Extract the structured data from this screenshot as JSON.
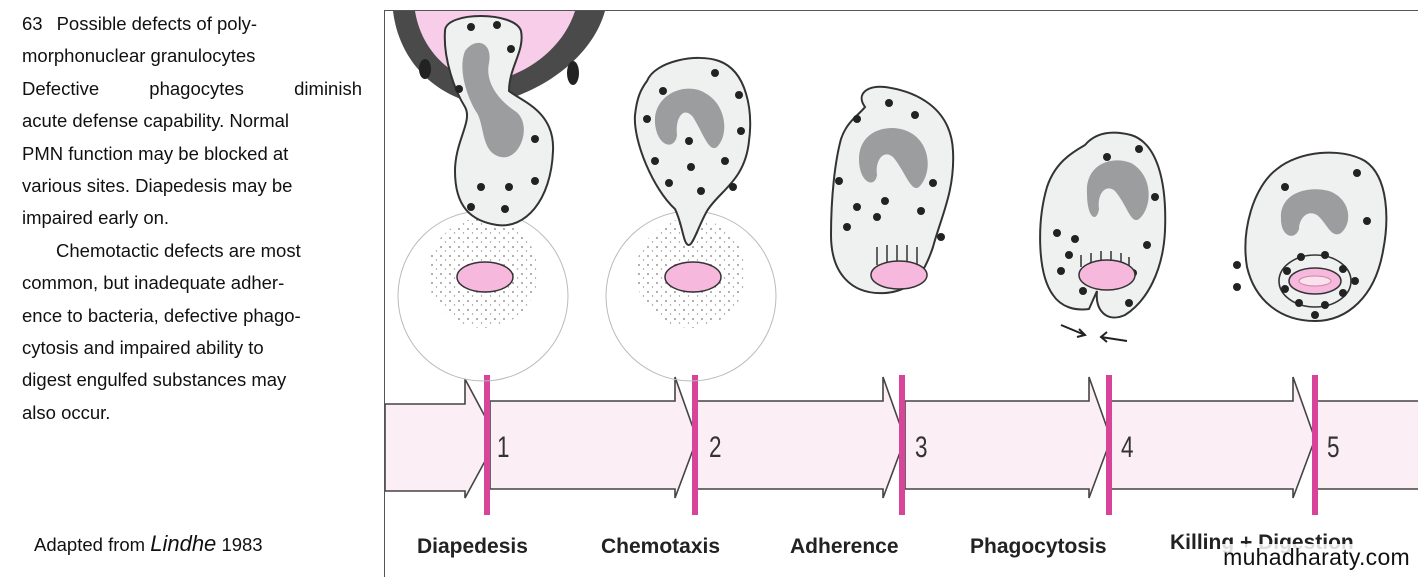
{
  "caption": {
    "figure_number": "63",
    "lines": [
      "Possible defects of poly-",
      "morphonuclear granulocytes",
      "Defective phagocytes diminish",
      "acute defense capability. Normal",
      "PMN function may be blocked at",
      "various sites. Diapedesis may be",
      "impaired early on.",
      "Chemotactic defects are most",
      "common, but inadequate adher-",
      "ence to bacteria, defective phago-",
      "cytosis  and impaired ability to",
      "digest engulfed substances may",
      "also occur."
    ]
  },
  "credit": {
    "prefix": "Adapted from",
    "author": "Lindhe",
    "year": "1983"
  },
  "diagram": {
    "steps": [
      {
        "number": "1",
        "label": "Diapedesis"
      },
      {
        "number": "2",
        "label": "Chemotaxis"
      },
      {
        "number": "3",
        "label": "Adherence"
      },
      {
        "number": "4",
        "label": "Phagocytosis"
      },
      {
        "number": "5",
        "label": "Killing + Digestion"
      }
    ],
    "colors": {
      "marker": "#d8449a",
      "arrow_fill": "#fbeef5",
      "cell_fill": "#eef1ef",
      "nucleus": "#9b9d9e",
      "bacterium": "#f6b8dc",
      "vessel_lumen": "#f7cde9"
    }
  },
  "watermark": "muhadharaty.com"
}
